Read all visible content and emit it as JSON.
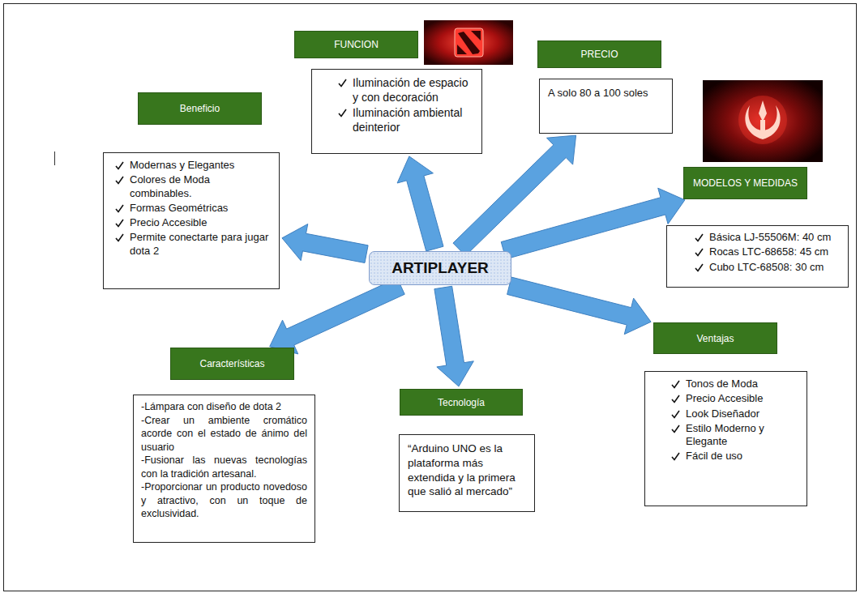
{
  "diagram": {
    "nodes": [
      {
        "text": [
          "FUNCION"
        ]
      },
      {
        "text": [
          "Iluminación de espacio y con decoración",
          "Iluminación ambiental deinterior"
        ]
      },
      {
        "text": [
          "PRECIO"
        ]
      },
      {
        "text": [
          "A solo 80 a 100 soles"
        ]
      },
      {
        "text": [
          "Beneficio"
        ]
      },
      {
        "text": [
          "Modernas y Elegantes",
          "Colores de Moda combinables.",
          "Formas Geométricas",
          "Precio Accesible",
          "Permite conectarte para jugar dota 2"
        ]
      },
      {
        "text": [
          "MODELOS Y MEDIDAS"
        ]
      },
      {
        "text": [
          "Básica LJ-55506M: 40 cm",
          "Rocas LTC-68658: 45 cm",
          "Cubo LTC-68508: 30 cm"
        ]
      },
      {
        "text": [
          "ARTIPLAYER"
        ]
      },
      {
        "text": [
          "Ventajas"
        ]
      },
      {
        "text": [
          "Características"
        ]
      },
      {
        "text": [
          "-Lámpara con diseño de dota 2",
          "-Crear un ambiente cromático acorde con el estado de ánimo del usuario",
          "-Fusionar las nuevas tecnologías con la tradición artesanal.",
          "-Proporcionar un producto novedoso y atractivo, con un toque de exclusividad."
        ]
      },
      {
        "text": [
          "Tecnología"
        ]
      },
      {
        "text": [
          "“Arduino UNO es la plataforma más extendida y la primera que salió al mercado”"
        ]
      },
      {
        "text": [
          "Tonos de Moda",
          "Precio Accesible",
          "Look Diseñador",
          "Estilo Moderno y Elegante",
          "Fácil de uso"
        ]
      }
    ],
    "edges": [
      {
        "from": 8,
        "to": 5,
        "arrow": "to"
      },
      {
        "from": 8,
        "to": 1,
        "arrow": "to"
      },
      {
        "from": 8,
        "to": 3,
        "arrow": "to"
      },
      {
        "from": 8,
        "to": 6,
        "arrow": "to"
      },
      {
        "from": 8,
        "to": 9,
        "arrow": "to"
      },
      {
        "from": 8,
        "to": 12,
        "arrow": "to"
      },
      {
        "from": 8,
        "to": 10,
        "arrow": "to"
      }
    ]
  }
}
